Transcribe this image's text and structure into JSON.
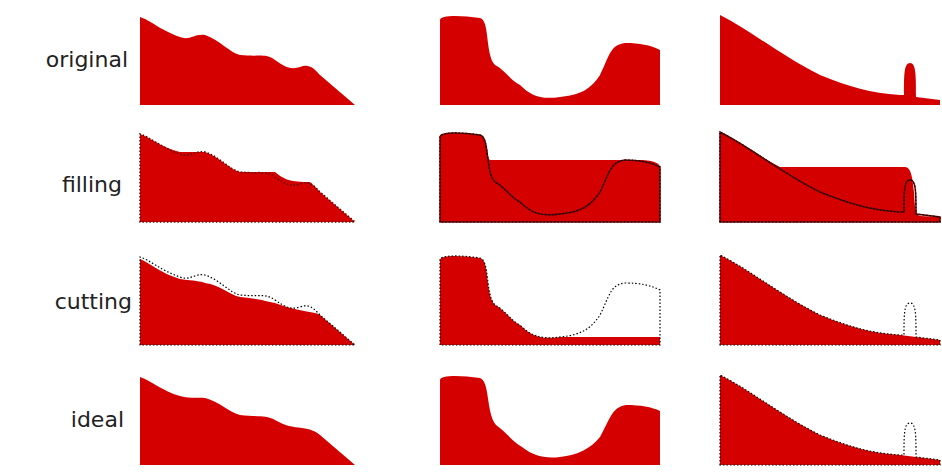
{
  "diagram": {
    "labels": [
      "original",
      "filling",
      "cutting",
      "ideal"
    ]
  }
}
